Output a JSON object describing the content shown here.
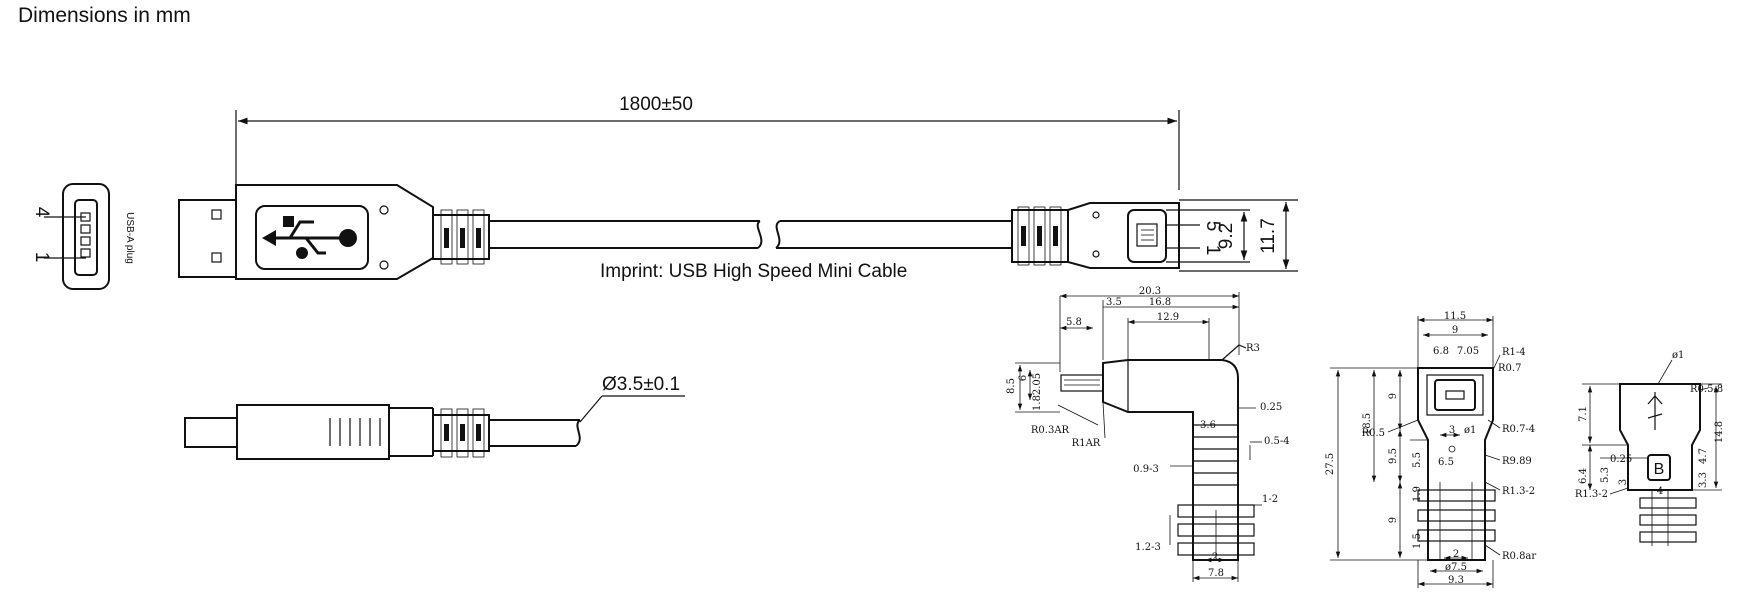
{
  "title": "Dimensions in mm",
  "main": {
    "length_label": "1800±50",
    "imprint": "Imprint: USB High Speed Mini Cable",
    "diameter_label": "Ø3.5±0.1",
    "plug_caption": "USB-A plug",
    "pin_a_top": "4",
    "pin_a_bottom": "1",
    "pin_b_top": "5",
    "pin_b_bottom": "1",
    "height_inner": "9.2",
    "height_outer": "11.7"
  },
  "side": {
    "d_20_3": "20.3",
    "d_3_5": "3.5",
    "d_16_8": "16.8",
    "d_12_9": "12.9",
    "d_5_8": "5.8",
    "d_r3": "R3",
    "d_8_5": "8.5",
    "d_6": "6",
    "d_1_8": "1.8",
    "d_2_05": "2.05",
    "d_r03ar": "R0.3AR",
    "d_r1ar": "R1AR",
    "d_0_25": "0.25",
    "d_3_6": "3.6",
    "d_0_5_4": "0.5-4",
    "d_0_9_3": "0.9-3",
    "d_1_2": "1-2",
    "d_1_2_3": "1.2-3",
    "d_2": "2",
    "d_7_8": "7.8"
  },
  "front": {
    "d_11_5": "11.5",
    "d_9": "9",
    "d_6_8": "6.8",
    "d_7_05": "7.05",
    "d_r1_4": "R1-4",
    "d_r0_7": "R0.7",
    "d_27_5": "27.5",
    "d_18_5": "18.5",
    "d_9_v": "9",
    "d_r0_5": "R0.5",
    "d_3": "3",
    "d_phi1": "ø1",
    "d_r0_7_4": "R0.7-4",
    "d_9_5": "9.5",
    "d_5_5": "5.5",
    "d_6_5": "6.5",
    "d_r9_89": "R9.89",
    "d_1_9": "1.9",
    "d_r1_3_2": "R1.3-2",
    "d_9_low": "9",
    "d_1_5": "1.5",
    "d_2": "2",
    "d_phi7_5": "ø7.5",
    "d_r0_8ar": "R0.8ar",
    "d_9_3": "9.3"
  },
  "back": {
    "d_phi1": "ø1",
    "d_r0_5_8": "R0.5-8",
    "d_7_1": "7.1",
    "d_14_8": "14.8",
    "d_0_25": "0.25",
    "d_5_3": "5.3",
    "d_6_4": "6.4",
    "d_3": "3",
    "d_4_7": "4.7",
    "d_3_3": "3.3",
    "d_r1_3_2": "R1.3-2",
    "d_4": "4",
    "d_b": "B"
  }
}
